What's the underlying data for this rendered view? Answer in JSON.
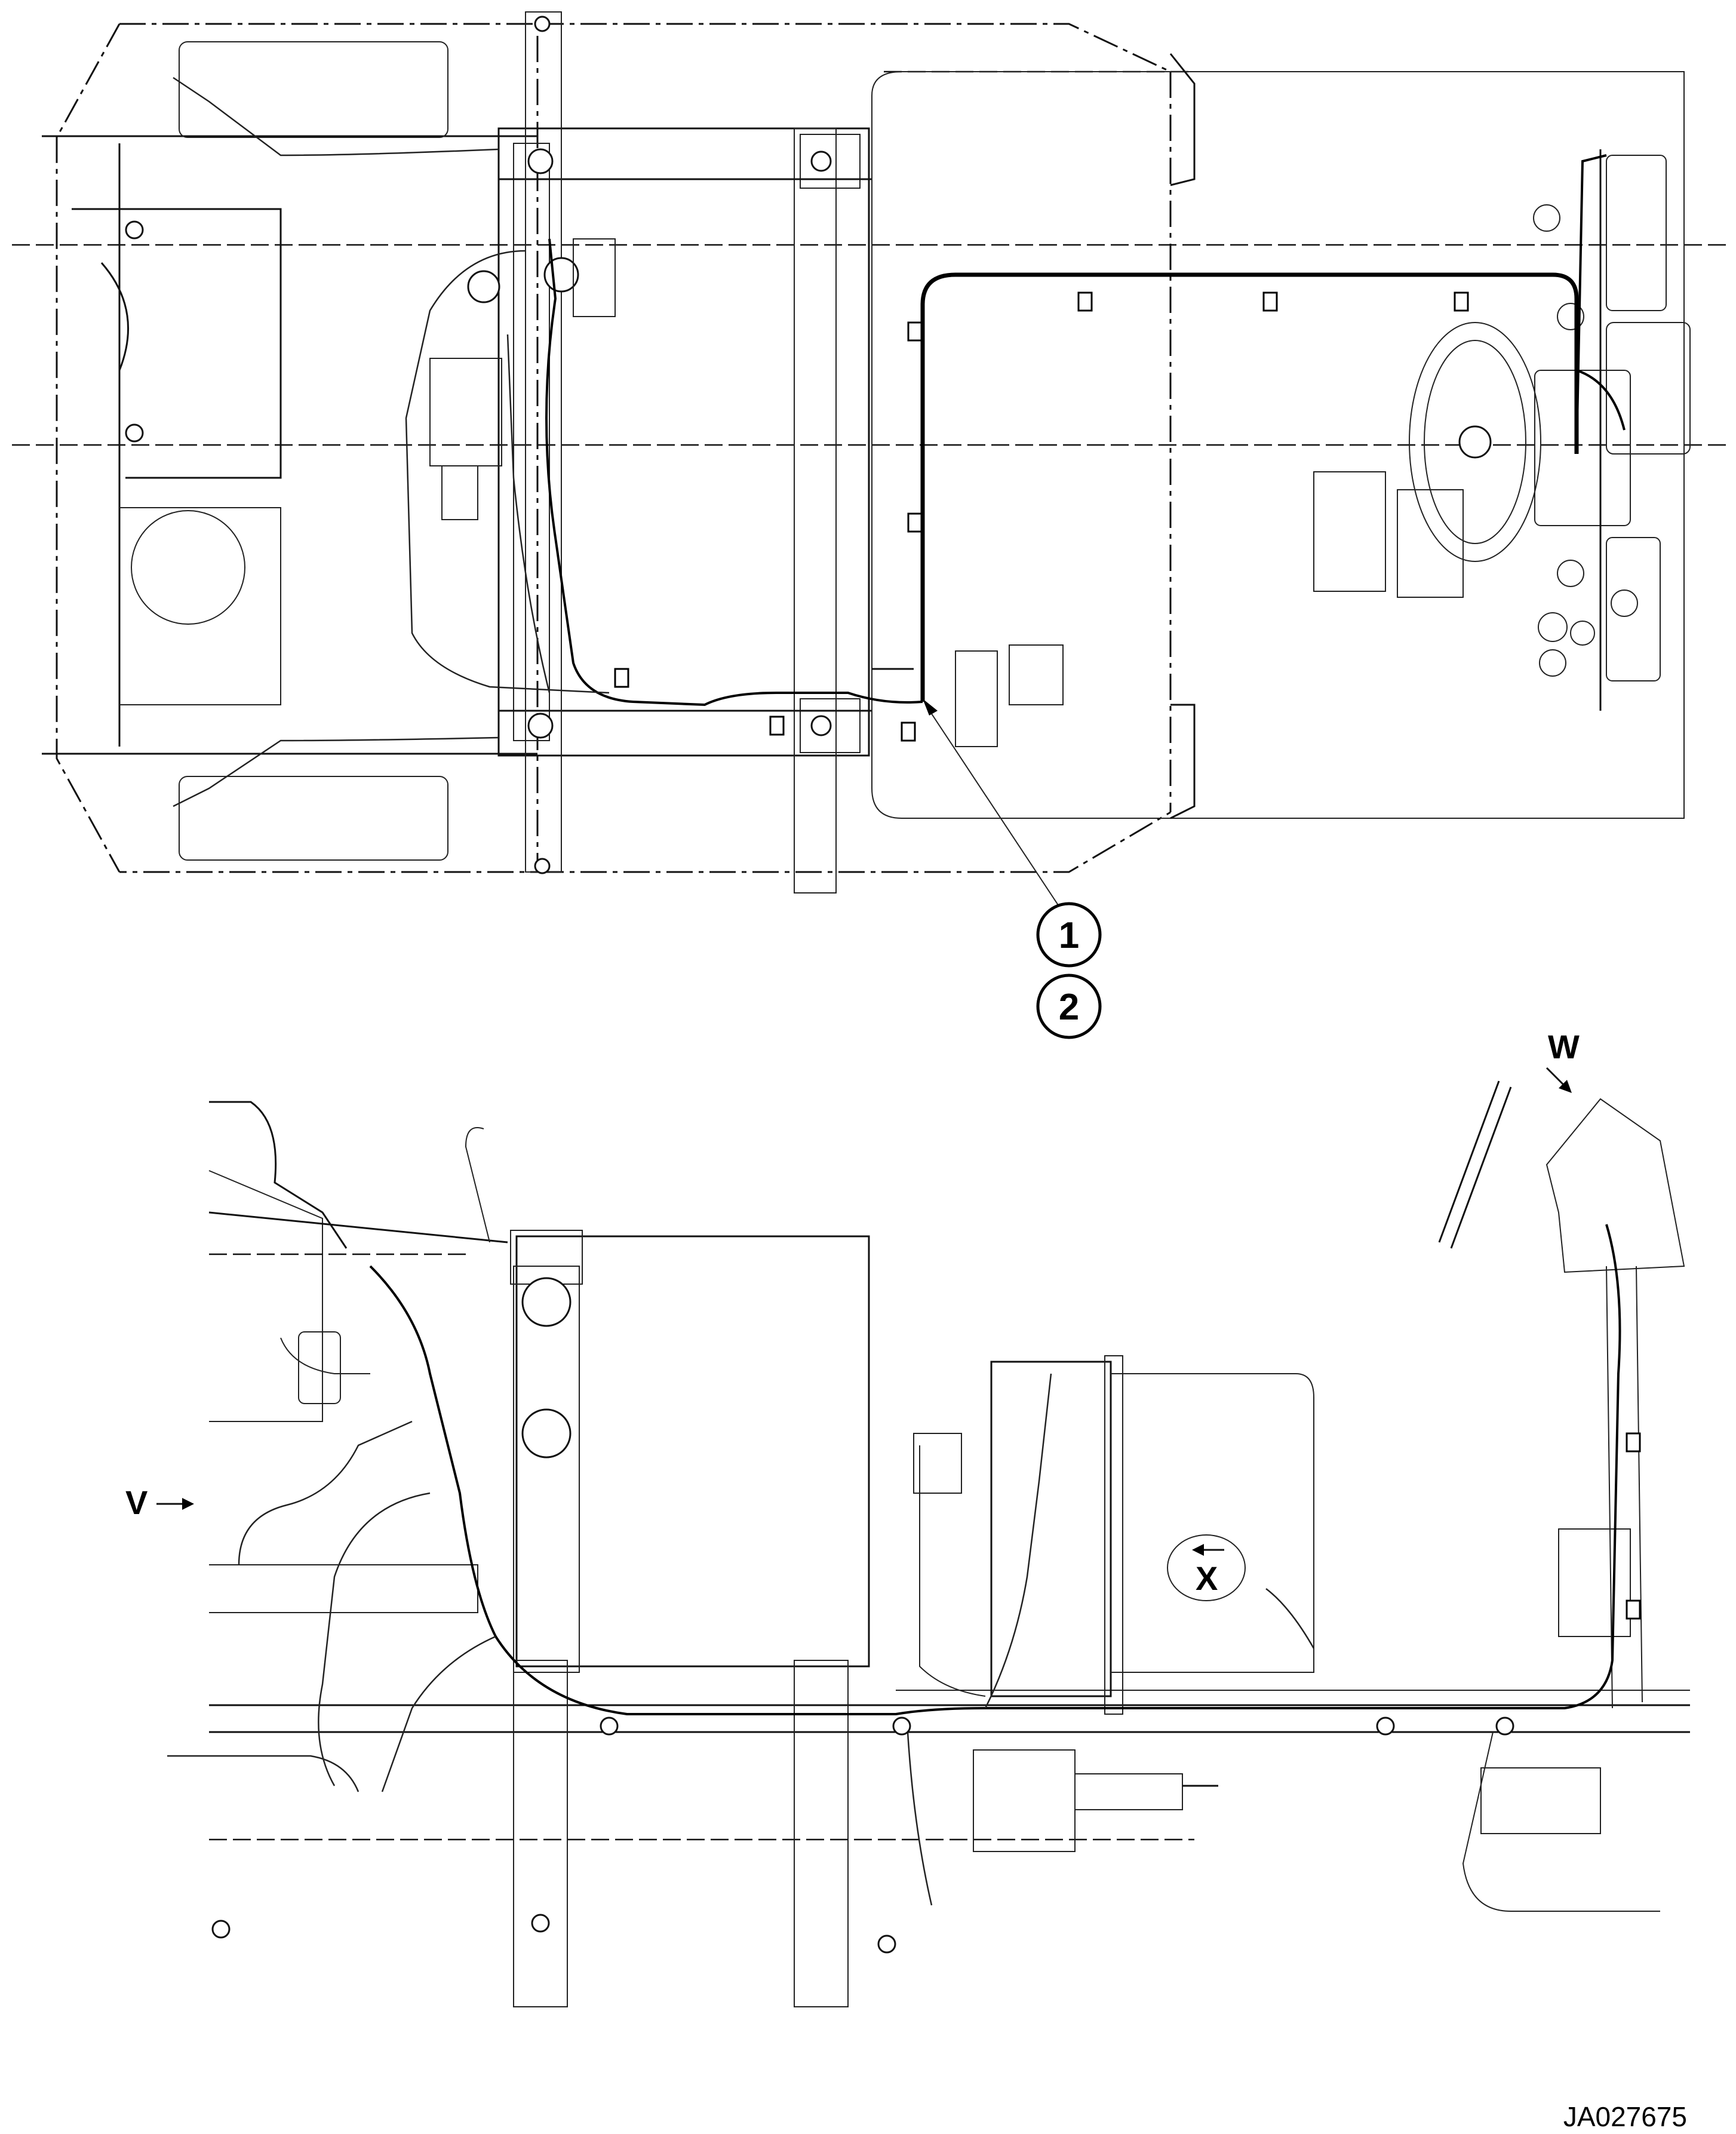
{
  "drawing_code": "JA027675",
  "callouts": [
    "1",
    "2"
  ],
  "view_labels": {
    "v": "V",
    "w": "W",
    "x": "X"
  },
  "colors": {
    "line": "#111111",
    "background": "#ffffff"
  }
}
